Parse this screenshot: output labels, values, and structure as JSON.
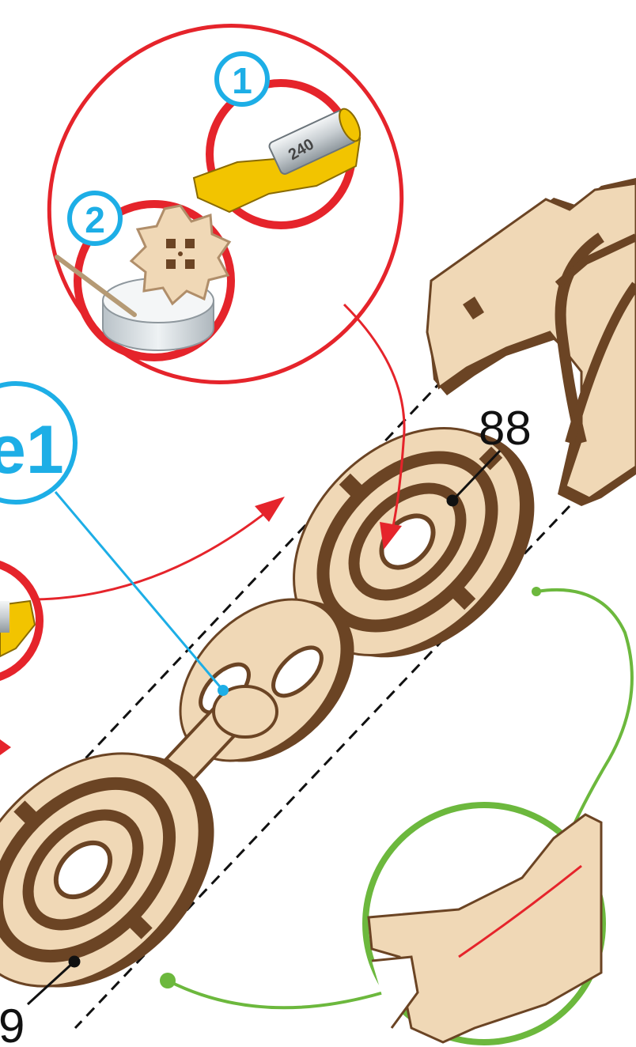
{
  "labels": {
    "part_88": "88",
    "part_89_partial": "9",
    "callout_glue_partial": "e1",
    "step_1": "1",
    "step_2": "2",
    "sandpaper_grit": "240"
  },
  "colors": {
    "callout_red": "#e5242b",
    "callout_blue": "#1daee6",
    "callout_green": "#6cb83d",
    "wood_face": "#f0d8b6",
    "wood_edge": "#6b4424",
    "sandpaper_yellow": "#f2c400"
  },
  "icons": [
    "sandpaper-roll-icon",
    "gear-part-icon",
    "wax-tin-icon",
    "toothpick-icon",
    "wood-grain-detail-icon"
  ]
}
